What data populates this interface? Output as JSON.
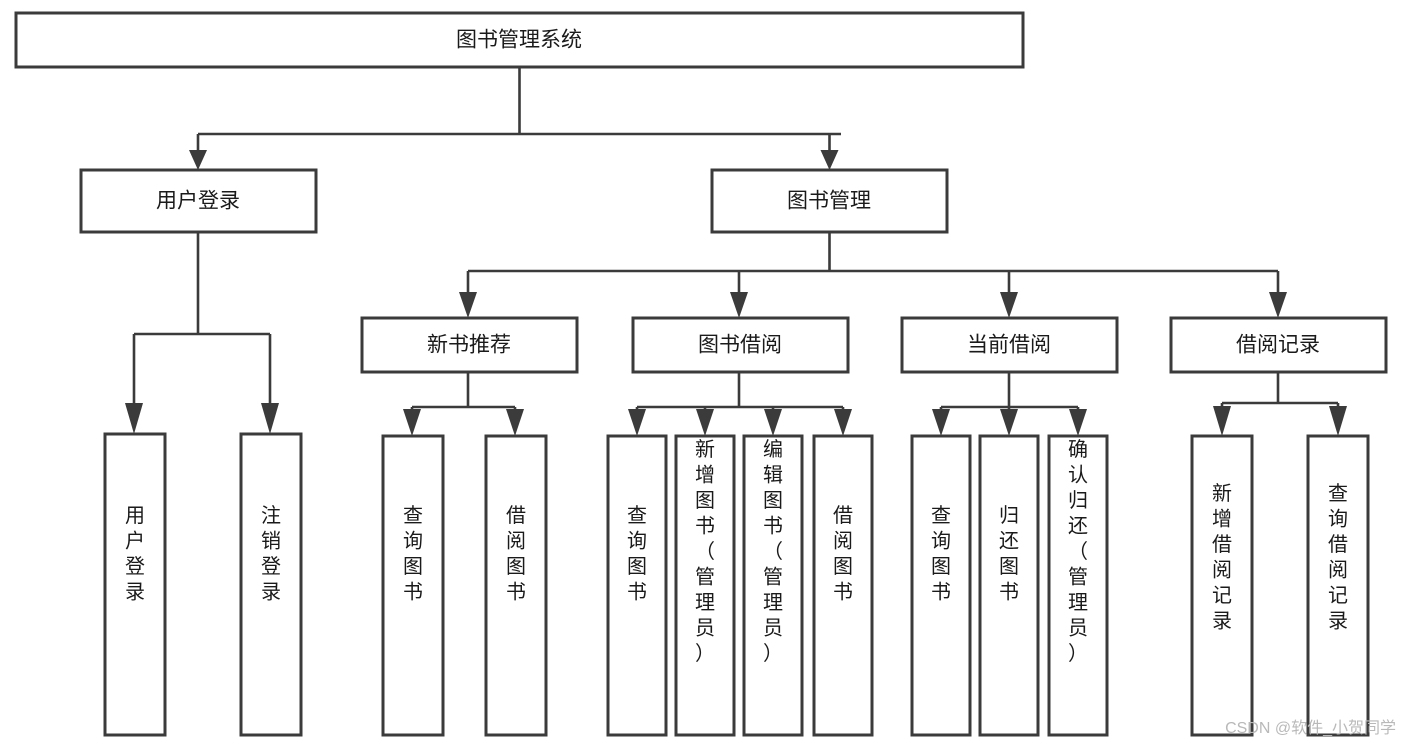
{
  "diagram": {
    "title": "图书管理系统",
    "type": "tree-hierarchy",
    "root": {
      "id": "root",
      "label": "图书管理系统"
    },
    "level1": [
      {
        "id": "user-login",
        "label": "用户登录"
      },
      {
        "id": "book-manage",
        "label": "图书管理"
      }
    ],
    "level2": [
      {
        "id": "new-book-rec",
        "label": "新书推荐",
        "parent": "book-manage"
      },
      {
        "id": "book-borrow",
        "label": "图书借阅",
        "parent": "book-manage"
      },
      {
        "id": "current-borrow",
        "label": "当前借阅",
        "parent": "book-manage"
      },
      {
        "id": "borrow-record",
        "label": "借阅记录",
        "parent": "book-manage"
      }
    ],
    "leaves": {
      "user-login": [
        {
          "id": "leaf-user-login",
          "label": "用户登录"
        },
        {
          "id": "leaf-user-logout",
          "label": "注销登录"
        }
      ],
      "new-book-rec": [
        {
          "id": "leaf-query-book-1",
          "label": "查询图书"
        },
        {
          "id": "leaf-borrow-book-1",
          "label": "借阅图书"
        }
      ],
      "book-borrow": [
        {
          "id": "leaf-query-book-2",
          "label": "查询图书"
        },
        {
          "id": "leaf-add-book",
          "label": "新增图书（管理员）"
        },
        {
          "id": "leaf-edit-book",
          "label": "编辑图书（管理员）"
        },
        {
          "id": "leaf-borrow-book-2",
          "label": "借阅图书"
        }
      ],
      "current-borrow": [
        {
          "id": "leaf-query-book-3",
          "label": "查询图书"
        },
        {
          "id": "leaf-return-book",
          "label": "归还图书"
        },
        {
          "id": "leaf-confirm-return",
          "label": "确认归还（管理员）"
        }
      ],
      "borrow-record": [
        {
          "id": "leaf-add-record",
          "label": "新增借阅记录"
        },
        {
          "id": "leaf-query-record",
          "label": "查询借阅记录"
        }
      ]
    }
  },
  "watermark": {
    "text": "CSDN @软件_小贺同学"
  },
  "colors": {
    "stroke": "#3b3b3b",
    "fill": "#ffffff",
    "text": "#1a1a1a",
    "watermark": "#b9b9b9",
    "background": "#ffffff"
  }
}
